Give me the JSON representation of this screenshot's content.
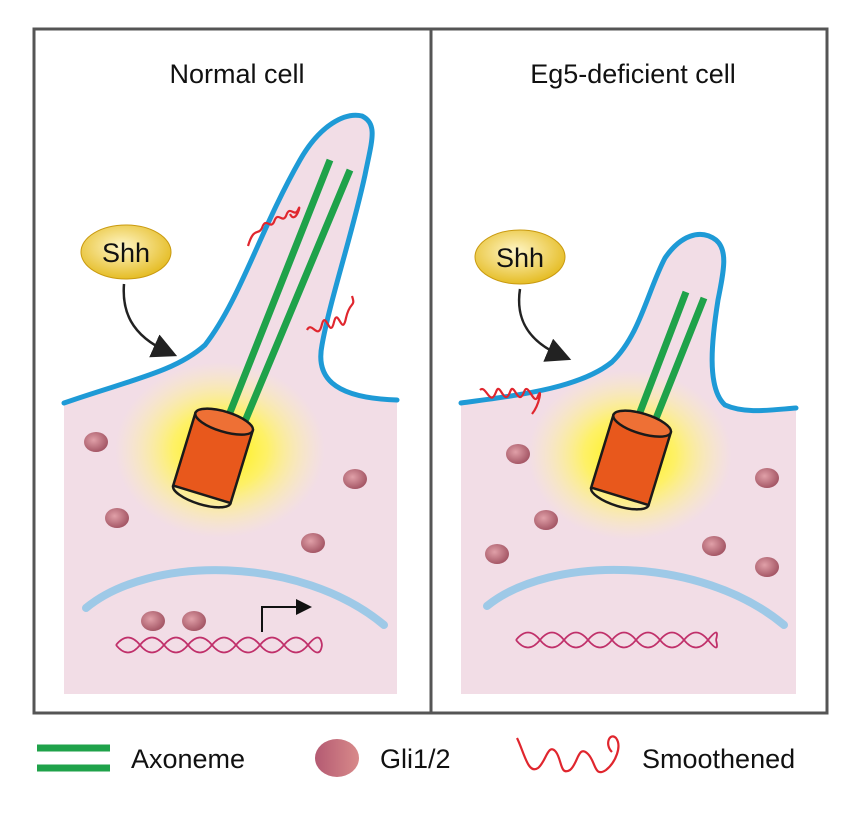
{
  "panels": {
    "normal": {
      "title": "Normal cell",
      "ligand": "Shh"
    },
    "deficient": {
      "title": "Eg5-deficient cell",
      "ligand": "Shh"
    }
  },
  "legend": {
    "axoneme": "Axoneme",
    "gli": "Gli1/2",
    "smoothened": "Smoothened"
  },
  "colors": {
    "frame": "#555555",
    "membrane": "#1e9ad6",
    "cytoplasm": "#f2dde6",
    "cilium_fill": "#f3e4ec",
    "axoneme": "#1fa24a",
    "basal_body": "#e8581c",
    "glow": "#fff200",
    "gli": "#b0606e",
    "smoothened": "#e0262e",
    "dna": "#c0306a",
    "nuclear_envelope": "#8fc6e6",
    "shh_fill": "#e8c12a",
    "arrow": "#222222"
  }
}
